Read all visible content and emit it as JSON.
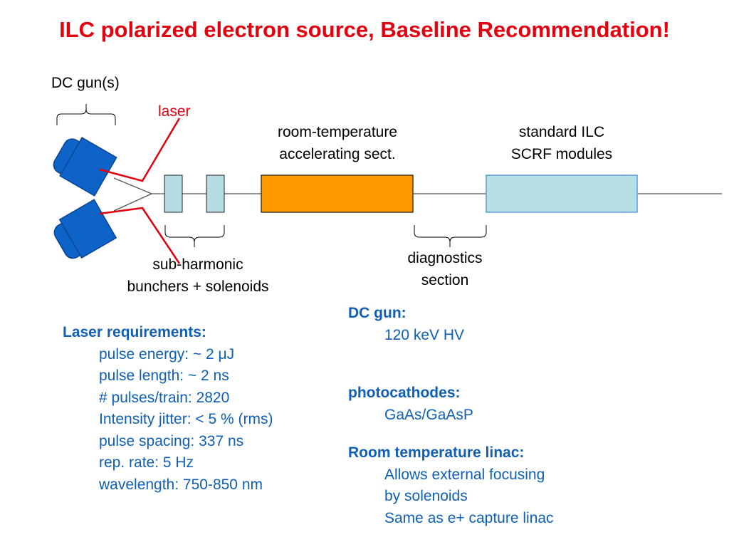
{
  "title": "ILC polarized electron source, Baseline Recommendation!",
  "diagram": {
    "dc_gun_label": "DC gun(s)",
    "laser_label": "laser",
    "rt_section_label": [
      "room-temperature",
      "accelerating sect."
    ],
    "scrf_label": [
      "standard ILC",
      "SCRF modules"
    ],
    "bunchers_label": [
      "sub-harmonic",
      "bunchers + solenoids"
    ],
    "diagnostics_label": [
      "diagnostics",
      "section"
    ],
    "colors": {
      "gun": "#0e63c8",
      "laser": "#e3000f",
      "buncher": "#b5dbe3",
      "rt_section": "#ff9900",
      "scrf": "#b9dfe6",
      "title": "#e3000f",
      "text_blue": "#0f5fb4"
    }
  },
  "laser_requirements": {
    "heading": "Laser requirements:",
    "items": [
      "pulse energy: ~ 2 μJ",
      "pulse length: ~ 2 ns",
      "# pulses/train: 2820",
      "Intensity jitter: < 5 % (rms)",
      "pulse spacing: 337 ns",
      "rep. rate: 5 Hz",
      "wavelength: 750-850 nm"
    ]
  },
  "dc_gun": {
    "heading": "DC gun:",
    "items": [
      "120 keV HV"
    ]
  },
  "photocathodes": {
    "heading": "photocathodes:",
    "items": [
      "GaAs/GaAsP"
    ]
  },
  "rt_linac": {
    "heading": "Room temperature linac:",
    "items": [
      "Allows external focusing",
      "by solenoids",
      "Same as e+ capture linac"
    ]
  }
}
